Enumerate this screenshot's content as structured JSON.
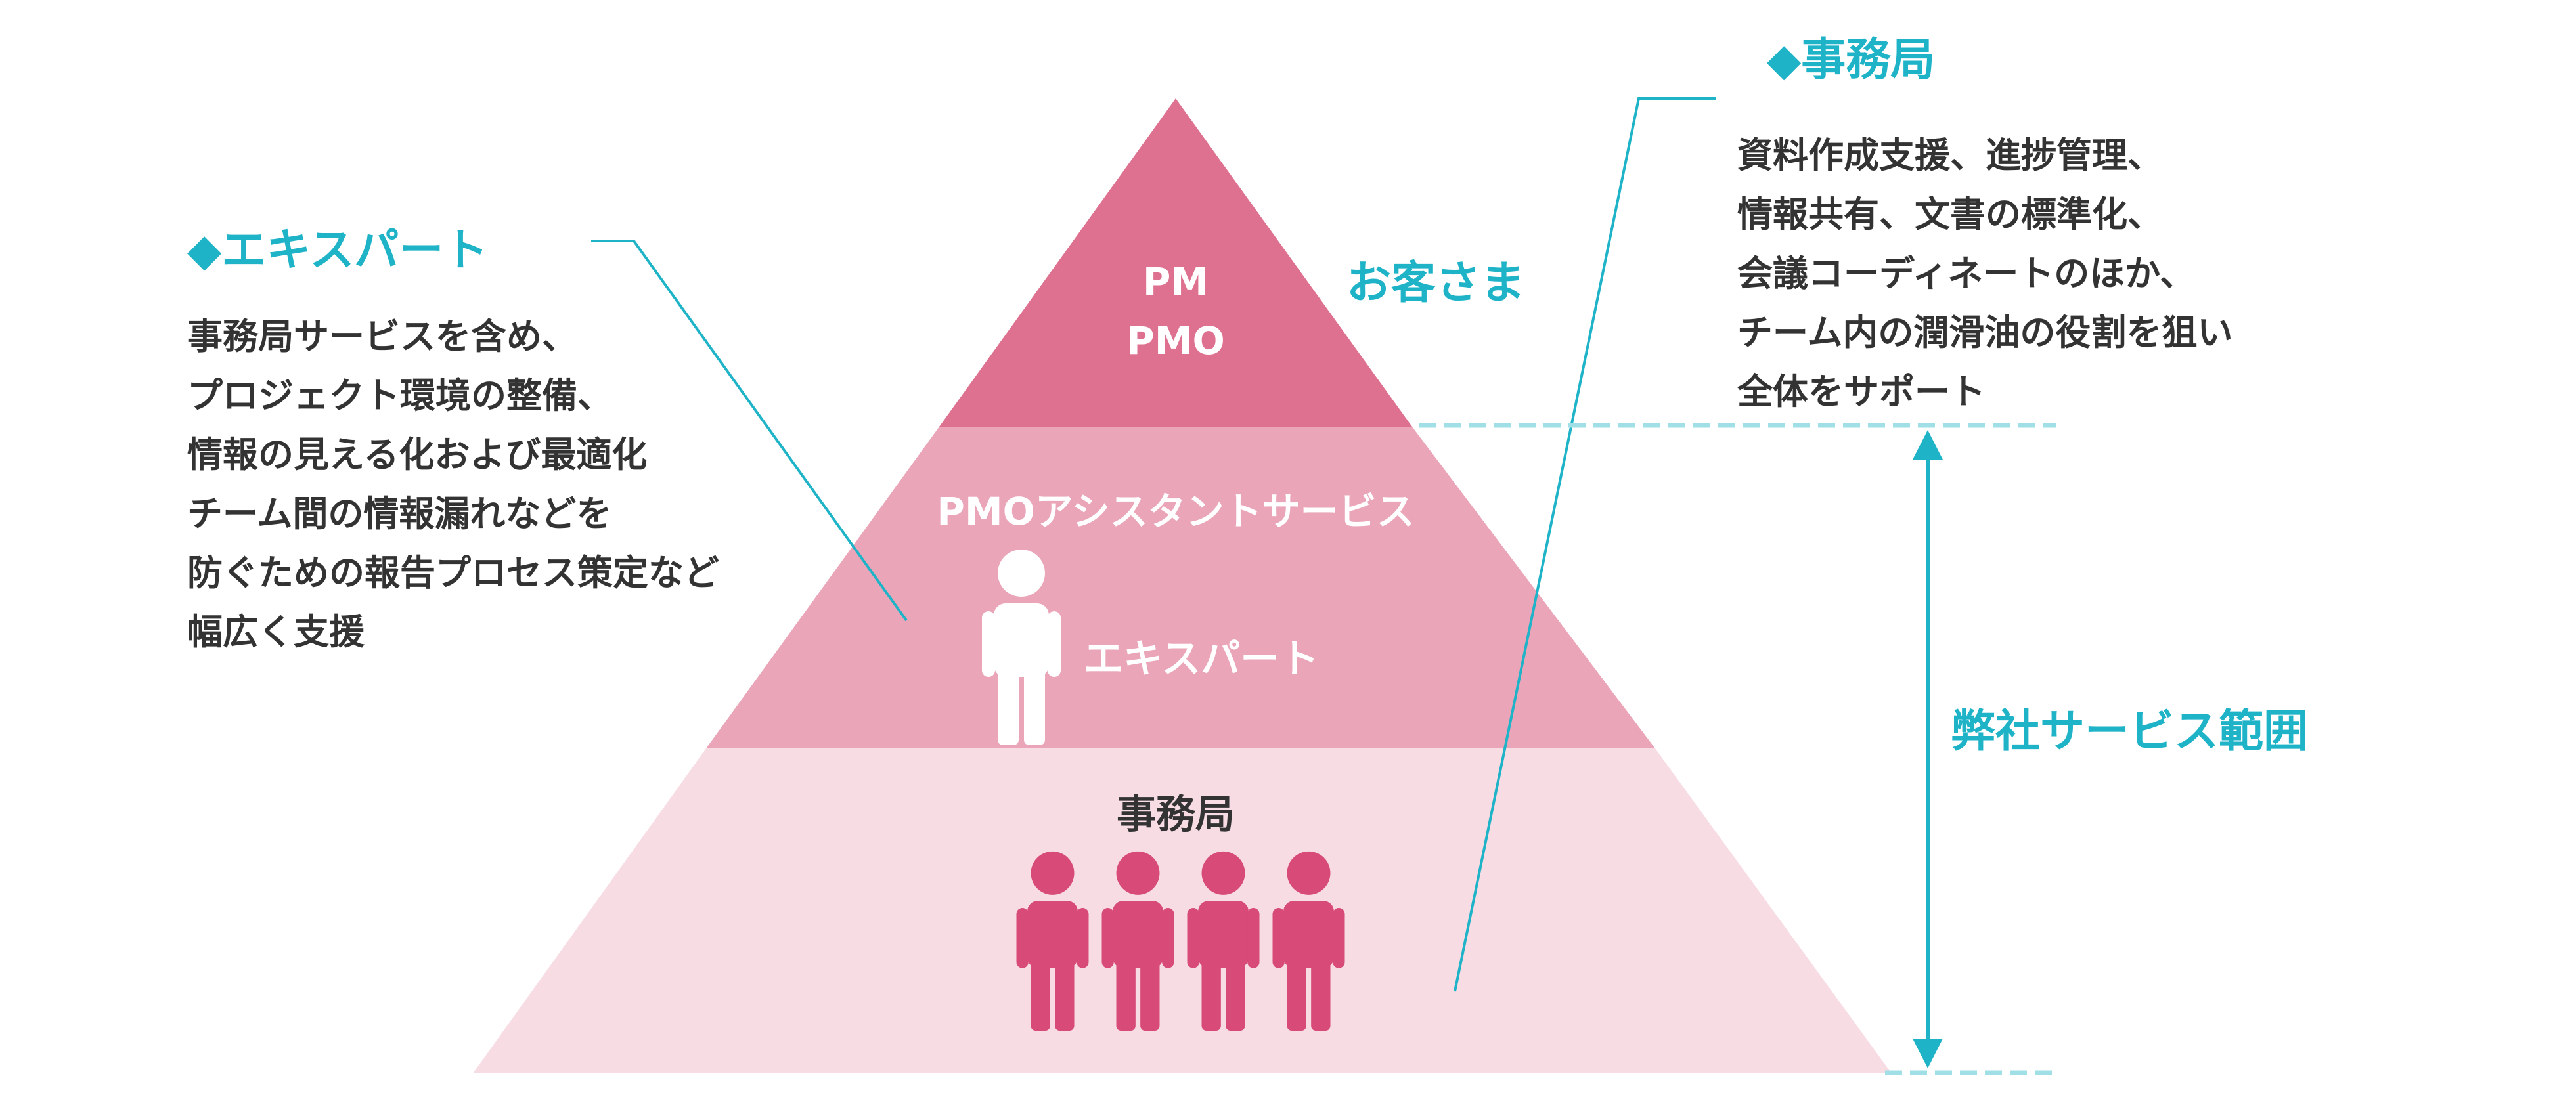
{
  "pyramid": {
    "top": {
      "line1": "PM",
      "line2": "PMO"
    },
    "middle": {
      "title": "PMOアシスタントサービス",
      "person_label": "エキスパート"
    },
    "bottom": {
      "title": "事務局"
    }
  },
  "side_label_customer": "お客さま",
  "left_callout": {
    "heading": "◆エキスパート",
    "lines": [
      "事務局サービスを含め、",
      "プロジェクト環境の整備、",
      "情報の見える化および最適化",
      "チーム間の情報漏れなどを",
      "防ぐための報告プロセス策定など",
      "幅広く支援"
    ]
  },
  "right_callout": {
    "heading": "◆事務局",
    "lines": [
      "資料作成支援、進捗管理、",
      "情報共有、文書の標準化、",
      "会議コーディネートのほか、",
      "チーム内の潤滑油の役割を狙い",
      "全体をサポート"
    ]
  },
  "scope_label": "弊社サービス範囲",
  "colors": {
    "top": "#df7190",
    "middle": "#eaa5b8",
    "bottom": "#f7dce4",
    "person_dark": "#d84a77",
    "accent": "#1fb3c8",
    "dashed": "#9fdfe5"
  },
  "icons": [
    "person-icon-white",
    "person-icon-pink"
  ]
}
